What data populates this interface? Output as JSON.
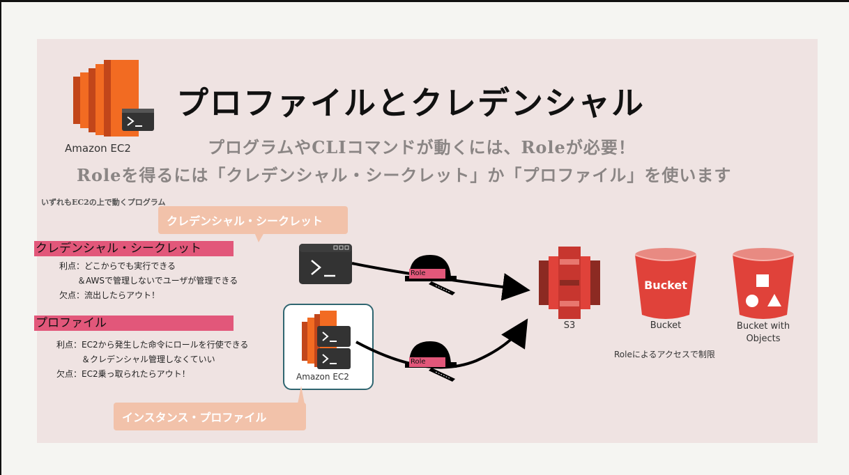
{
  "slide": {
    "title": "プロファイルとクレデンシャル",
    "subtitle_line1": "プログラムやCLIコマンドが動くには、Roleが必要！",
    "subtitle_line2": "Roleを得るには「クレデンシャル・シークレット」か「プロファイル」を使います",
    "ec2_logo_label": "Amazon EC2",
    "note_top": "いずれもEC2の上で動くプログラム",
    "callout_credential": "クレデンシャル・シークレット",
    "callout_instance_profile": "インスタンス・プロファイル"
  },
  "credential_section": {
    "heading": "クレデンシャル・シークレット",
    "merit_line1": "利点：どこからでも実行できる",
    "merit_line2": "＆AWSで管理しないでユーザが管理できる",
    "demerit": "欠点：流出したらアウト！"
  },
  "profile_section": {
    "heading": "プロファイル",
    "merit_line1": "利点：EC2から発生した命令にロールを行使できる",
    "merit_line2": "＆クレデンシャル管理しなくていい",
    "demerit": "欠点：EC2乗っ取られたらアウト！"
  },
  "diagram": {
    "ec2_box_label": "Amazon EC2",
    "role_label_1": "Role",
    "role_label_2": "Role",
    "s3_label": "S3",
    "bucket_text": "Bucket",
    "bucket_label": "Bucket",
    "bucket_objects_label": "Bucket with Objects",
    "access_note": "Roleによるアクセスで制限"
  },
  "colors": {
    "slide_background": "#efe3e2",
    "accent_pink": "#e2577a",
    "callout_peach": "#f2c2aa",
    "ec2_orange": "#f26b22",
    "s3_red": "#e0423a"
  }
}
